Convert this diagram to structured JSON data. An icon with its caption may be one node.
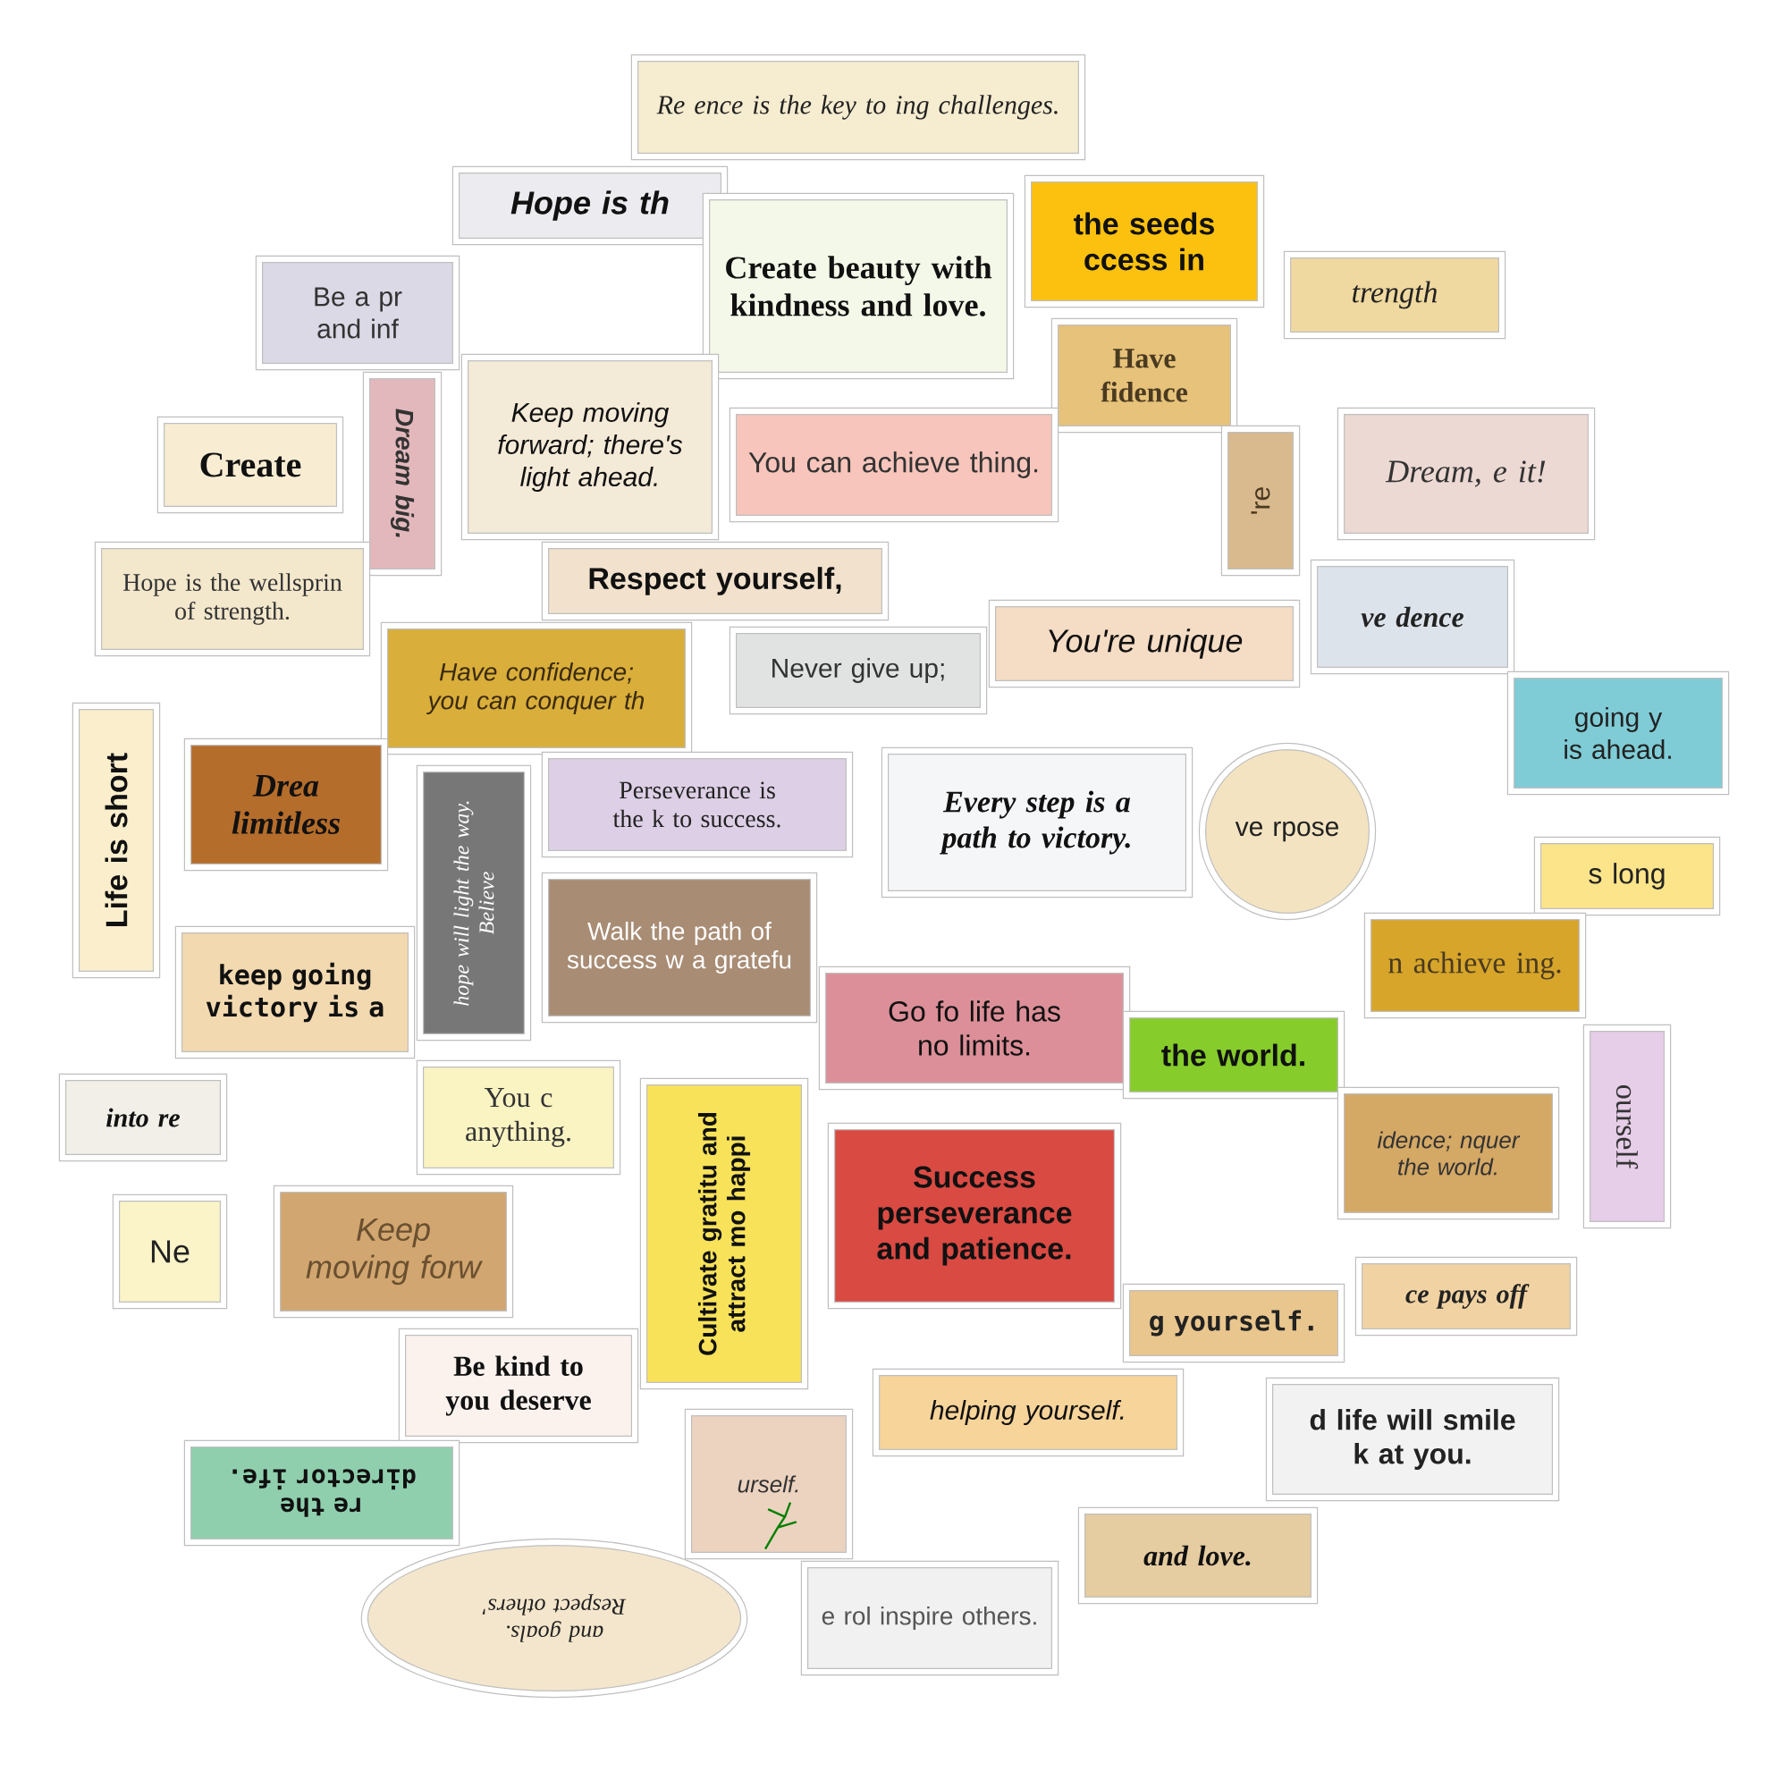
{
  "diagram": {
    "nodes": [
      {
        "text": [
          "Re ence is the key to ing challenges."
        ]
      },
      {
        "text": [
          "Hope is th"
        ]
      },
      {
        "text": [
          "Create beauty with kindness and love."
        ]
      },
      {
        "text": [
          "the seeds ccess in"
        ]
      },
      {
        "text": [
          "trength"
        ]
      },
      {
        "text": [
          "Be a pr and inf"
        ]
      },
      {
        "text": [
          "Keep moving forward; there's light ahead."
        ]
      },
      {
        "text": [
          "Create"
        ]
      },
      {
        "text": [
          "Dream big."
        ]
      },
      {
        "text": [
          "Have fidence"
        ]
      },
      {
        "text": [
          "'re"
        ]
      },
      {
        "text": [
          "You can achieve thing."
        ]
      },
      {
        "text": [
          "Dream, e it!"
        ]
      },
      {
        "text": [
          "Hope is the wellsprin of strength."
        ]
      },
      {
        "text": [
          "Respect yourself,"
        ]
      },
      {
        "text": [
          "You're unique"
        ]
      },
      {
        "text": [
          "ve dence"
        ]
      },
      {
        "text": [
          "Have confidence; you can conquer th"
        ]
      },
      {
        "text": [
          "Never give up;"
        ]
      },
      {
        "text": [
          "going y is ahead."
        ]
      },
      {
        "text": [
          "Life is short"
        ]
      },
      {
        "text": [
          "Drea limitless"
        ]
      },
      {
        "text": [
          "hope will light the way.",
          "Believe"
        ]
      },
      {
        "text": [
          "Perseverance is the k to success."
        ]
      },
      {
        "text": [
          "Every step is a path to victory."
        ]
      },
      {
        "text": [
          "ve rpose"
        ]
      },
      {
        "text": [
          "s long"
        ]
      },
      {
        "text": [
          "keep going victory is a"
        ]
      },
      {
        "text": [
          "Walk the path of success w a gratefu"
        ]
      },
      {
        "text": [
          "n achieve ing."
        ]
      },
      {
        "text": [
          "ourself"
        ]
      },
      {
        "text": [
          "Go fo life has no limits."
        ]
      },
      {
        "text": [
          "the world."
        ]
      },
      {
        "text": [
          "You c anything."
        ]
      },
      {
        "text": [
          "into re"
        ]
      },
      {
        "text": [
          "idence; nquer the world."
        ]
      },
      {
        "text": [
          "Cultivate gratitu and attract mo happi"
        ]
      },
      {
        "text": [
          "Success perseverance and patience."
        ]
      },
      {
        "text": [
          "Keep moving forw"
        ]
      },
      {
        "text": [
          "Ne"
        ]
      },
      {
        "text": [
          "Be kind to you deserve"
        ]
      },
      {
        "text": [
          "g yourself."
        ]
      },
      {
        "text": [
          "ce pays off"
        ]
      },
      {
        "text": [
          "d life will smile k at you."
        ]
      },
      {
        "text": [
          "helping yourself."
        ]
      },
      {
        "text": [
          "urself."
        ]
      },
      {
        "text": [
          "re the director ife."
        ]
      },
      {
        "text": [
          "and goals.",
          "Respect others'"
        ]
      },
      {
        "text": [
          "e rol inspire others."
        ]
      },
      {
        "text": [
          "and love."
        ]
      }
    ]
  }
}
